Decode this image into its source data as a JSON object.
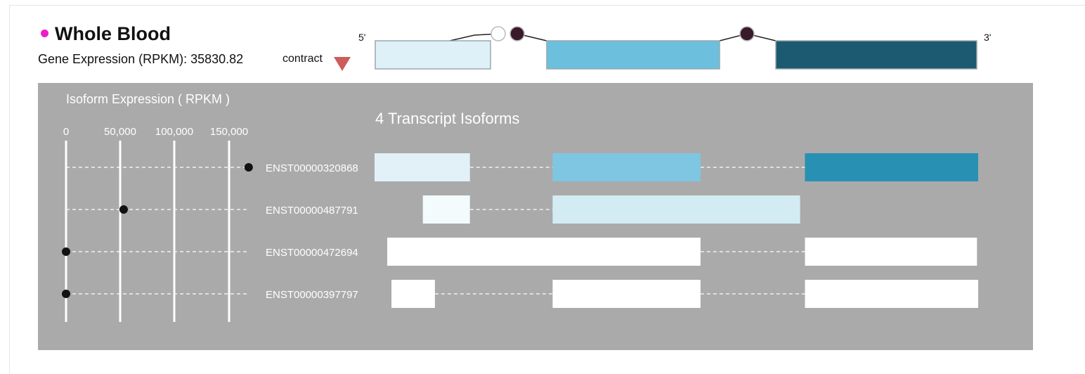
{
  "tissue": {
    "name": "Whole Blood",
    "dot_color": "#ec1dc8",
    "gene_expression_text": "Gene Expression (RPKM): 35830.82",
    "gene_expression_value": 35830.82
  },
  "contract": {
    "label": "contract",
    "arrow_icon": "triangle-down-icon",
    "arrow_color": "#cd5c5c"
  },
  "gene_model": {
    "label_5prime": "5'",
    "label_3prime": "3'",
    "exons": [
      {
        "color": "#dff1f8"
      },
      {
        "color": "#6cc0dd"
      },
      {
        "color": "#1b5a70"
      }
    ],
    "junction_markers": [
      "open",
      "filled",
      "filled"
    ],
    "marker_color": "#3a1a2a"
  },
  "isoform_panel": {
    "axis_title": "Isoform Expression ( RPKM )",
    "ticks": [
      "0",
      "50,000",
      "100,000",
      "150,000"
    ],
    "title": "4 Transcript Isoforms",
    "background": "#aaaaaa"
  },
  "chart_data": {
    "type": "scatter",
    "title": "Isoform Expression ( RPKM )",
    "x_ticks": [
      0,
      50000,
      100000,
      150000
    ],
    "categories": [
      "ENST00000320868",
      "ENST00000487791",
      "ENST00000472694",
      "ENST00000397797"
    ],
    "values": [
      168000,
      53000,
      0,
      0
    ]
  },
  "isoforms": [
    {
      "id": "ENST00000320868",
      "expression": 168000,
      "exons": [
        {
          "start": 0,
          "end": 0.158,
          "color": "#e1f1f7"
        },
        {
          "start": 0.295,
          "end": 0.54,
          "color": "#7fc6e2"
        },
        {
          "start": 0.713,
          "end": 1.0,
          "color": "#2890b3"
        }
      ]
    },
    {
      "id": "ENST00000487791",
      "expression": 53000,
      "exons": [
        {
          "start": 0.08,
          "end": 0.158,
          "color": "#f3fbfc"
        },
        {
          "start": 0.295,
          "end": 0.705,
          "color": "#d3ecf4"
        }
      ]
    },
    {
      "id": "ENST00000472694",
      "expression": 0,
      "exons": [
        {
          "start": 0.021,
          "end": 0.54,
          "color": "#ffffff"
        },
        {
          "start": 0.713,
          "end": 0.998,
          "color": "#ffffff"
        }
      ]
    },
    {
      "id": "ENST00000397797",
      "expression": 0,
      "exons": [
        {
          "start": 0.028,
          "end": 0.1,
          "color": "#ffffff"
        },
        {
          "start": 0.295,
          "end": 0.54,
          "color": "#ffffff"
        },
        {
          "start": 0.713,
          "end": 1.0,
          "color": "#ffffff"
        }
      ]
    }
  ]
}
